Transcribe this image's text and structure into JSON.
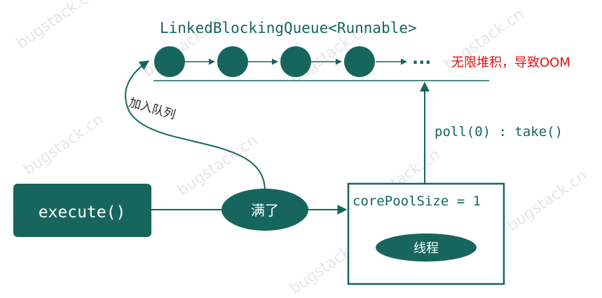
{
  "queue": {
    "label": "LinkedBlockingQueue<Runnable>",
    "ellipsis": "···",
    "overflow_note": "无限堆积，导致OOM",
    "node_count": 4
  },
  "execute": {
    "label": "execute()"
  },
  "full": {
    "label": "满了"
  },
  "enqueue": {
    "label": "加入队列"
  },
  "poll": {
    "label": "poll(0) : take()"
  },
  "pool": {
    "core_label": "corePoolSize = 1",
    "thread_label": "线程"
  },
  "watermark": {
    "text": "bugstack.cn"
  },
  "colors": {
    "primary": "#16665e",
    "alert": "#e01010",
    "watermark": "#e6e6e6"
  }
}
